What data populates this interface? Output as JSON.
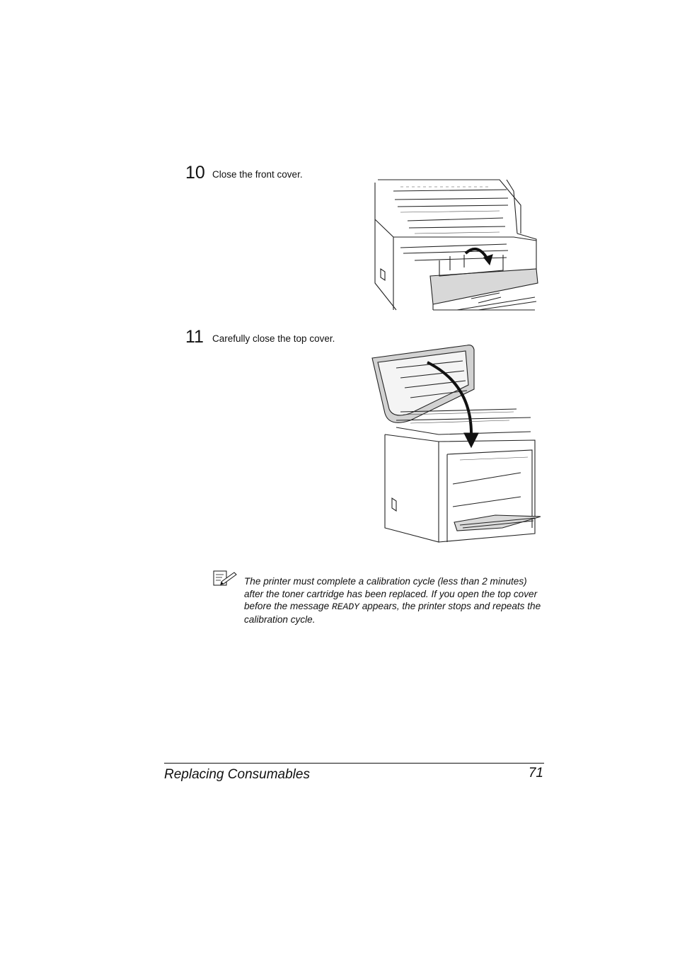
{
  "steps": [
    {
      "number": "10",
      "text": "Close the front cover.",
      "figure": "printer-front-cover-closing"
    },
    {
      "number": "11",
      "text": "Carefully close the top cover.",
      "figure": "printer-top-cover-closing"
    }
  ],
  "note": {
    "icon": "note-pencil-icon",
    "before": "The printer must complete a calibration cycle (less than 2 minutes) after the toner cartridge has been replaced. If you open the top cover before the message ",
    "code": "READY",
    "after": " appears, the printer stops and repeats the calibration cycle."
  },
  "footer": {
    "section": "Replacing Consumables",
    "page_number": "71"
  }
}
